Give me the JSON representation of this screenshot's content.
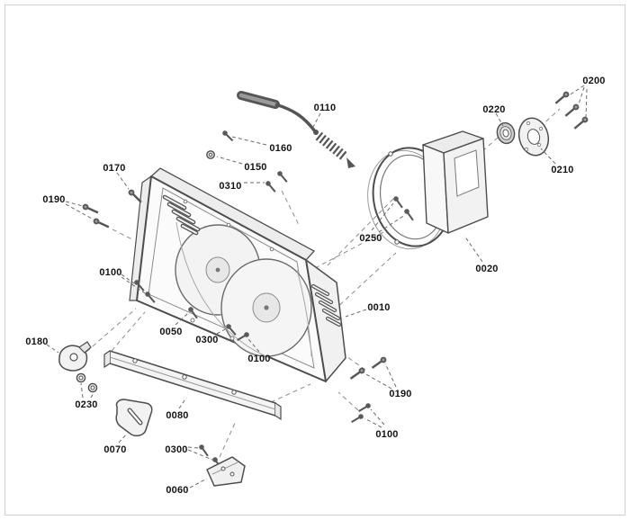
{
  "page": {
    "background_color": "#ffffff",
    "border_color": "#d0d0d0"
  },
  "diagram": {
    "line_color": "#4d4d4d",
    "label_color": "#141414",
    "callouts": [
      {
        "label": "0110"
      },
      {
        "label": "0200"
      },
      {
        "label": "0220"
      },
      {
        "label": "0170"
      },
      {
        "label": "0160"
      },
      {
        "label": "0150"
      },
      {
        "label": "0190"
      },
      {
        "label": "0310"
      },
      {
        "label": "0210"
      },
      {
        "label": "0250"
      },
      {
        "label": "0020"
      },
      {
        "label": "0100"
      },
      {
        "label": "0010"
      },
      {
        "label": "0180"
      },
      {
        "label": "0050"
      },
      {
        "label": "0300"
      },
      {
        "label": "0100"
      },
      {
        "label": "0230"
      },
      {
        "label": "0190"
      },
      {
        "label": "0080"
      },
      {
        "label": "0100"
      },
      {
        "label": "0070"
      },
      {
        "label": "0300"
      },
      {
        "label": "0060"
      }
    ]
  }
}
